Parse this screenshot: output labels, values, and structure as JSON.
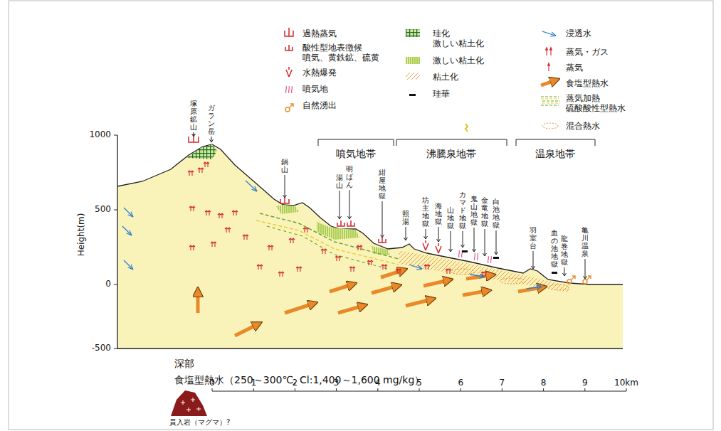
{
  "diagram": {
    "labels": [
      "塚原鉱山",
      "ガラン岳",
      "鍋山",
      "湯山",
      "明ばん",
      "紺屋地獄",
      "照湯",
      "坊主地獄",
      "海地獄",
      "山地獄",
      "カマド地獄",
      "鬼山地獄",
      "金竜地獄",
      "白池地獄",
      "羽室台",
      "血の池地獄",
      "龍巻地獄",
      "亀川温泉",
      "噴気地帯",
      "沸騰泉地帯",
      "温泉地帯",
      "Height(m)",
      "1000",
      "500",
      "0",
      "-500",
      "深部",
      "食塩型熱水（250～300℃, Cl:1,400～1,600 mg/kg）",
      "0",
      "1",
      "2",
      "3",
      "4",
      "5",
      "6",
      "7",
      "8",
      "9",
      "10km",
      "貫入岩（マグマ）?"
    ],
    "legend": [
      {
        "text": "過熱蒸気"
      },
      {
        "text": "酸性型地表徴候 噴気、黄鉄鉱、硫黄"
      },
      {
        "text": "水熱爆発"
      },
      {
        "text": "噴気地"
      },
      {
        "text": "自然湧出"
      },
      {
        "text": "珪化 激しい粘土化"
      },
      {
        "text": "激しい粘土化"
      },
      {
        "text": "粘土化"
      },
      {
        "text": "珪華"
      },
      {
        "text": "浸透水"
      },
      {
        "text": "蒸気・ガス"
      },
      {
        "text": "蒸気"
      },
      {
        "text": "食塩型熱水"
      },
      {
        "text": "蒸気加熱 硫酸酸性型熱水"
      },
      {
        "text": "混合熱水"
      }
    ]
  }
}
